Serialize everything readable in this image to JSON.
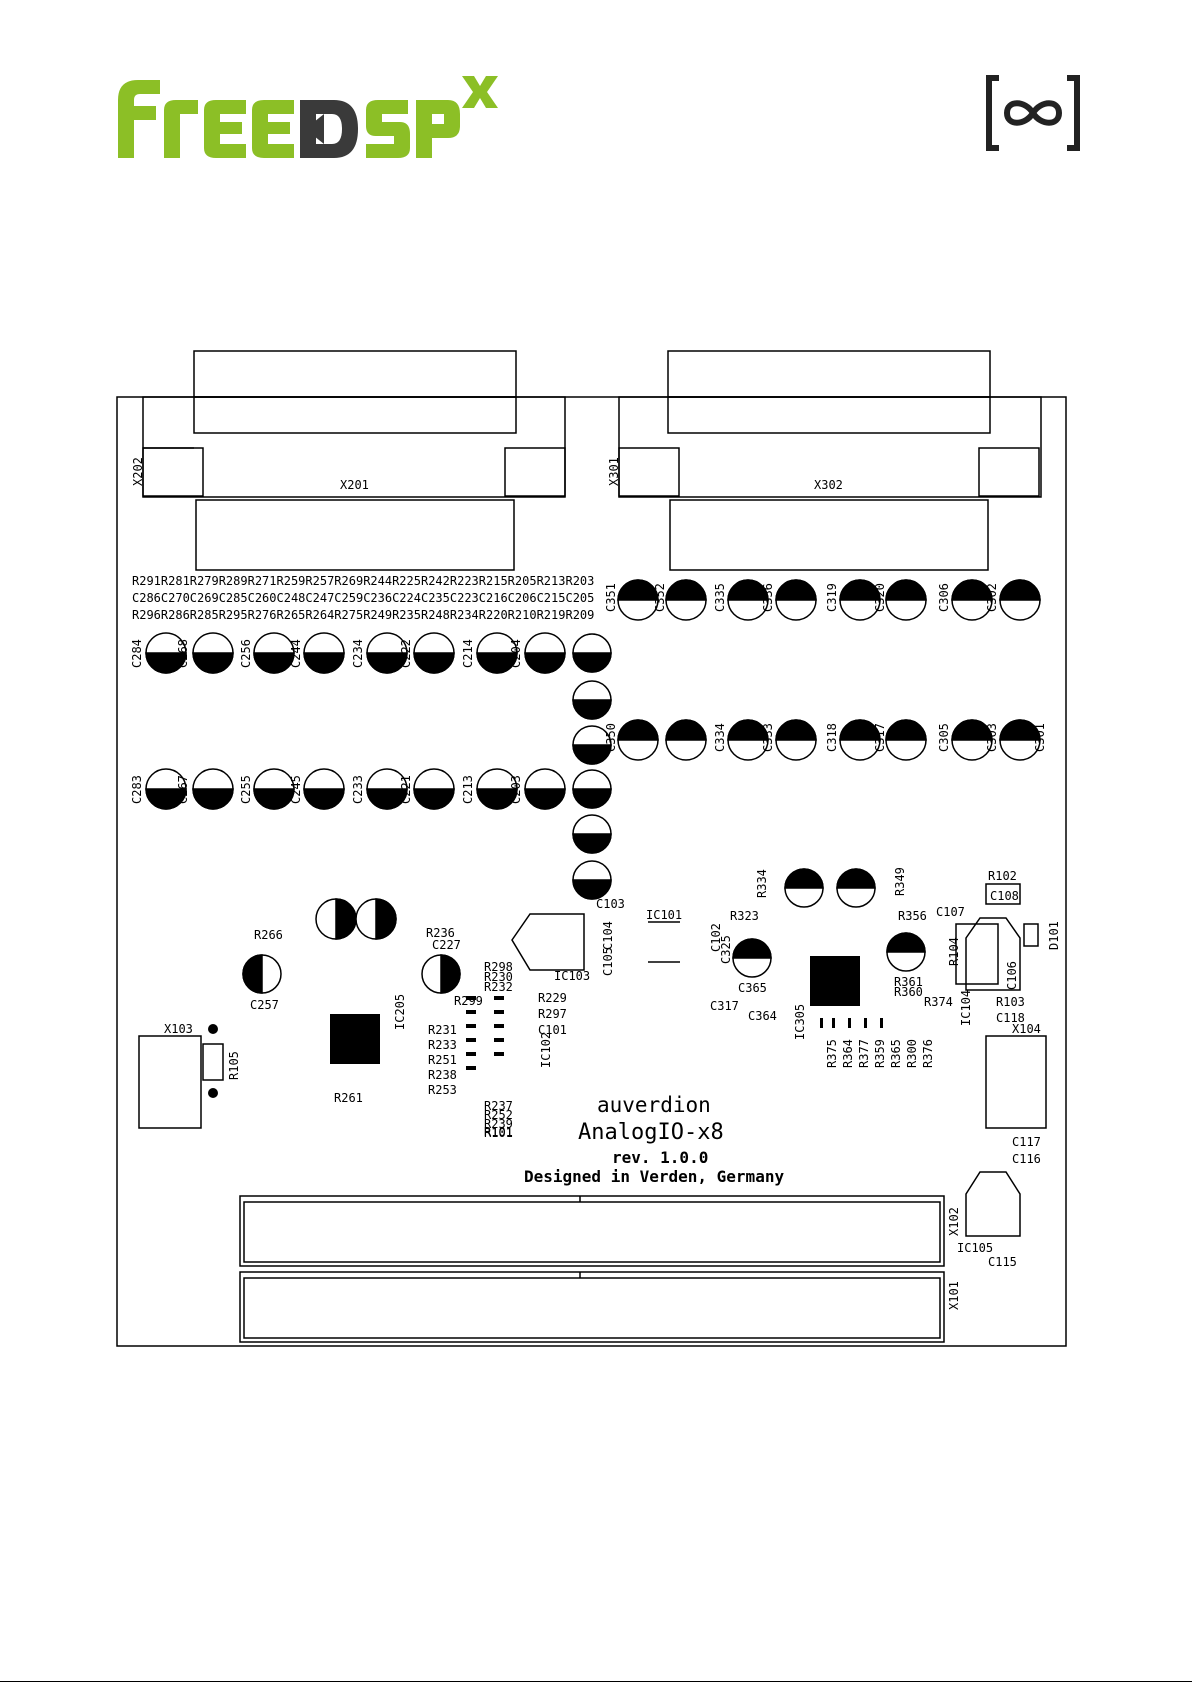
{
  "logo": {
    "brand_text": "free DSP",
    "brand_suffix": "X",
    "brand_color": "#8cbf26",
    "brand_dark": "#3a3a3a",
    "partner_symbol": "[∞]"
  },
  "board": {
    "name": "auverdion",
    "product": "AnalogIO-x8",
    "revision": "rev. 1.0.0",
    "origin": "Designed in Verden, Germany",
    "connectors": {
      "x201": "X201",
      "x202": "X202",
      "x301": "X301",
      "x302": "X302",
      "x101": "X101",
      "x102": "X102",
      "x103": "X103",
      "x104": "X104"
    },
    "ics": {
      "ic101": "IC101",
      "ic103": "IC103",
      "ic205": "IC205",
      "ic305": "IC305",
      "ic104": "IC104",
      "ic105": "IC105",
      "ic102": "IC102"
    },
    "misc": {
      "d101": "D101",
      "r102": "R102",
      "c108": "C108",
      "c107": "C107",
      "c106": "C106",
      "r103": "R103",
      "c118": "C118",
      "c117": "C117",
      "c116": "C116",
      "c115": "C115",
      "r104": "R104",
      "r105": "R105",
      "r101": "R101",
      "c103": "C103",
      "c104": "C104",
      "c105": "C105",
      "r229": "R229",
      "r297": "R297",
      "c101": "C101",
      "r261": "R261",
      "r266": "R266",
      "c257": "C257",
      "r236": "R236",
      "c227": "C227",
      "r299": "R299",
      "r323": "R323",
      "r356": "R356",
      "c365": "C365",
      "c317": "C317",
      "c364": "C364",
      "r374": "R374",
      "r361": "R361",
      "r360": "R360",
      "c102": "C102",
      "c325": "C325",
      "r334": "R334",
      "r349": "R349"
    },
    "header_row1": [
      "R291",
      "R281",
      "R279",
      "R289",
      "R271",
      "R259",
      "R257",
      "R269",
      "R244",
      "R225",
      "R242",
      "R223",
      "R215",
      "R205",
      "R213",
      "R203"
    ],
    "header_row2": [
      "C286",
      "C270",
      "C269",
      "C285",
      "C260",
      "C248",
      "C247",
      "C259",
      "C236",
      "C224",
      "C235",
      "C223",
      "C216",
      "C206",
      "C215",
      "C205"
    ],
    "header_row3": [
      "R296",
      "R286",
      "R285",
      "R295",
      "R276",
      "R265",
      "R264",
      "R275",
      "R249",
      "R235",
      "R248",
      "R234",
      "R220",
      "R210",
      "R219",
      "R209"
    ],
    "left_caps_top": [
      "C284",
      "C268",
      "C256",
      "C244",
      "C234",
      "C222",
      "C214",
      "C204"
    ],
    "left_caps_bottom": [
      "C283",
      "C267",
      "C255",
      "C245",
      "C233",
      "C221",
      "C213",
      "C203"
    ],
    "right_caps_top": [
      "C351",
      "C352",
      "C335",
      "C336",
      "C319",
      "C320",
      "C306",
      "C302"
    ],
    "right_caps_bottom": [
      "C350",
      "C334",
      "C333",
      "C318",
      "C317",
      "C305",
      "C303",
      "C301"
    ],
    "bottom_cluster": [
      "R375",
      "R364",
      "R377",
      "R359",
      "R365",
      "R300",
      "R376"
    ],
    "left_cluster": [
      "R231",
      "R233",
      "R251",
      "R238",
      "R253"
    ],
    "left_cluster2": [
      "R298",
      "R230",
      "R232"
    ],
    "bottom_left": [
      "R237",
      "R252",
      "R239",
      "R101"
    ]
  }
}
